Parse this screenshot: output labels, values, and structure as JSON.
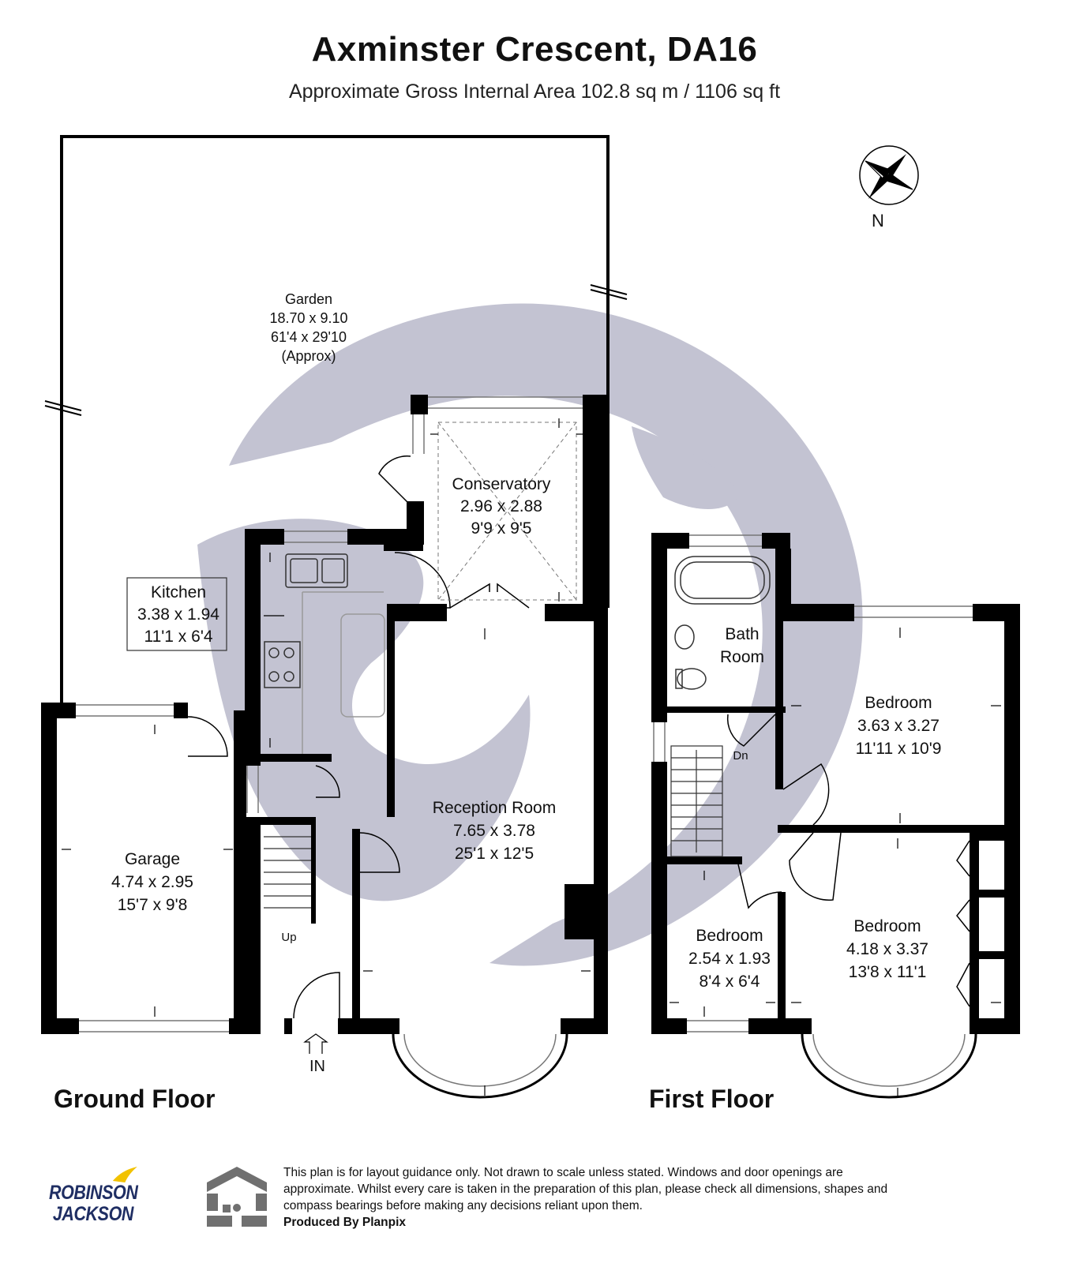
{
  "title": "Axminster Crescent, DA16",
  "subtitle": "Approximate Gross Internal Area 102.8 sq m / 1106 sq ft",
  "compass_label": "N",
  "floors": [
    {
      "label": "Ground Floor",
      "rooms": [
        {
          "name": "Garden",
          "metric": "18.70 x 9.10",
          "imperial": "61'4 x 29'10",
          "note": "(Approx)"
        },
        {
          "name": "Conservatory",
          "metric": "2.96 x 2.88",
          "imperial": "9'9 x 9'5"
        },
        {
          "name": "Kitchen",
          "metric": "3.38 x 1.94",
          "imperial": "11'1 x 6'4"
        },
        {
          "name": "Reception Room",
          "metric": "7.65 x 3.78",
          "imperial": "25'1 x 12'5"
        },
        {
          "name": "Garage",
          "metric": "4.74 x 2.95",
          "imperial": "15'7 x 9'8"
        }
      ],
      "stairs_label": "Up",
      "entrance_label": "IN"
    },
    {
      "label": "First Floor",
      "rooms": [
        {
          "name_line1": "Bath",
          "name_line2": "Room"
        },
        {
          "name": "Bedroom",
          "metric": "3.63 x 3.27",
          "imperial": "11'11 x 10'9"
        },
        {
          "name": "Bedroom",
          "metric": "2.54 x 1.93",
          "imperial": "8'4 x 6'4"
        },
        {
          "name": "Bedroom",
          "metric": "4.18 x 3.37",
          "imperial": "13'8 x 11'1"
        }
      ],
      "stairs_label": "Dn"
    }
  ],
  "disclaimer": {
    "text": "This plan is for layout guidance only. Not drawn to scale unless stated. Windows and door openings are approximate. Whilst every care is taken in the preparation of this plan, please check all dimensions, shapes and compass bearings before making any decisions reliant upon them.",
    "producer": "Produced By Planpix"
  },
  "brand": {
    "line1": "ROBINSON",
    "line2": "JACKSON"
  },
  "colors": {
    "wall": "#000000",
    "watermark": "#c3c3d2",
    "brand": "#1f2e63",
    "brand_accent": "#f2c200",
    "planpix": "#707070"
  }
}
